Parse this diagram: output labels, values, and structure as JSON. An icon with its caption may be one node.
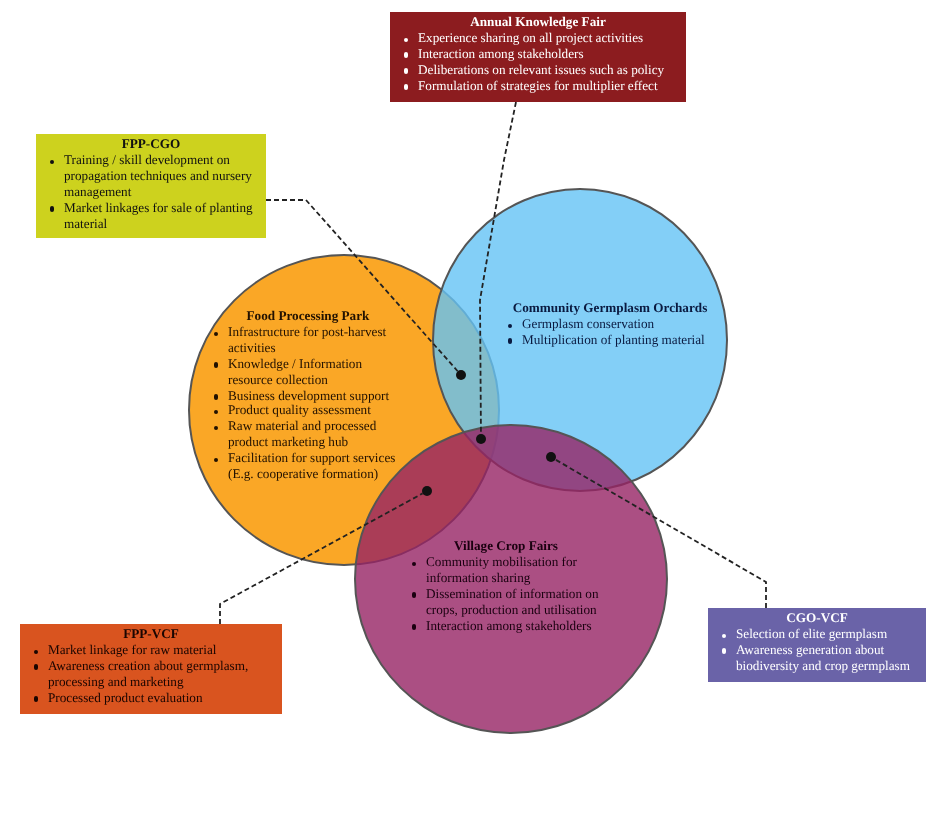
{
  "diagram": {
    "nodes": [
      {
        "text": [
          "Annual Knowledge Fair",
          "Experience sharing on all project activities",
          "Interaction among stakeholders",
          "Deliberations on relevant issues such as policy",
          "Formulation of strategies for multiplier effect"
        ]
      },
      {
        "text": [
          "FPP-CGO",
          "Training / skill development on propagation techniques and nursery management",
          "Market linkages for sale of planting material"
        ]
      },
      {
        "text": [
          "Food Processing Park",
          "Infrastructure for post-harvest activities",
          "Knowledge / Information resource collection",
          "Business development support",
          "Product quality assessment",
          "Raw material and processed product marketing hub",
          "Facilitation for support services (E.g. cooperative formation)"
        ]
      },
      {
        "text": [
          "Community Germplasm Orchards",
          "Germplasm conservation",
          "Multiplication of planting material"
        ]
      },
      {
        "text": [
          "Village Crop Fairs",
          "Community mobilisation for information sharing",
          "Dissemination of information on crops, production and utilisation",
          "Interaction among stakeholders"
        ]
      },
      {
        "text": [
          "FPP-VCF",
          "Market linkage for raw material",
          "Awareness creation about germplasm, processing and marketing",
          "Processed product evaluation"
        ]
      },
      {
        "text": [
          "CGO-VCF",
          "Selection of elite germplasm",
          "Awareness generation about biodiversity and crop germplasm"
        ]
      },
      {
        "text": [],
        "shape": "circle"
      },
      {
        "text": [],
        "shape": "circle"
      },
      {
        "text": [],
        "shape": "circle"
      },
      {
        "text": [],
        "shape": "circle"
      }
    ],
    "edges": [
      {
        "from": 0,
        "to": 8,
        "arrow": "none",
        "style": "dashed"
      },
      {
        "from": 1,
        "to": 7,
        "arrow": "none",
        "style": "dashed"
      },
      {
        "from": 5,
        "to": 10,
        "arrow": "none",
        "style": "dashed"
      },
      {
        "from": 6,
        "to": 9,
        "arrow": "none",
        "style": "dashed"
      }
    ]
  }
}
